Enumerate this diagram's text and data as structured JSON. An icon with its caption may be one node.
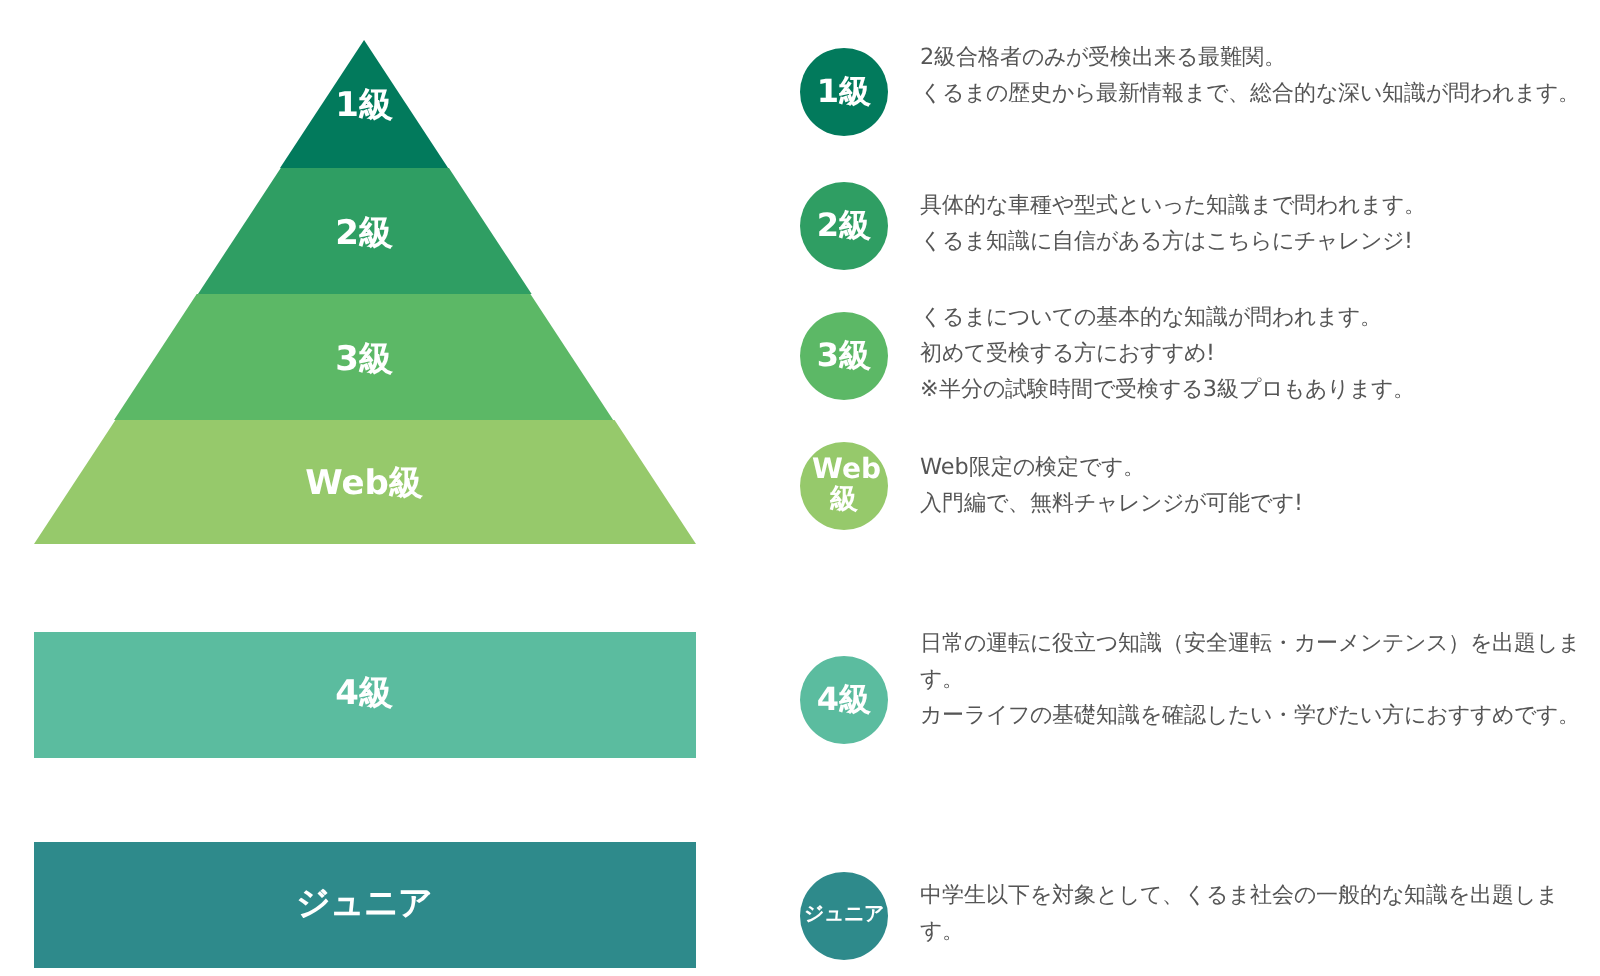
{
  "diagram": {
    "nodes": [
      {
        "text": [
          "1級"
        ]
      },
      {
        "text": [
          "1級"
        ],
        "beside": [
          "2級合格者のみが受検出来る最難関。",
          "くるまの歴史から最新情報まで、総合的な深い知識が問われます。"
        ]
      },
      {
        "text": [
          "2級"
        ]
      },
      {
        "text": [
          "2級"
        ],
        "beside": [
          "具体的な車種や型式といった知識まで問われます。",
          "くるま知識に自信がある方はこちらにチャレンジ!"
        ]
      },
      {
        "text": [
          "3級"
        ]
      },
      {
        "text": [
          "3級"
        ],
        "beside": [
          "くるまについての基本的な知識が問われます。",
          "初めて受検する方におすすめ!",
          "※半分の試験時間で受検する3級プロもあります。"
        ]
      },
      {
        "text": [
          "Web級"
        ]
      },
      {
        "text": [
          "Web 級"
        ],
        "beside": [
          "Web限定の検定です。",
          "入門編で、無料チャレンジが可能です!"
        ]
      },
      {
        "text": [
          "4級"
        ]
      },
      {
        "text": [
          "4級"
        ],
        "beside": [
          "日常の運転に役立つ知識（安全運転・カーメンテンス）を出題します。",
          "カーライフの基礎知識を確認したい・学びたい方におすすめです。"
        ]
      },
      {
        "text": [
          "ジュニア"
        ]
      },
      {
        "text": [
          "ジュニア"
        ],
        "beside": [
          "中学生以下を対象として、くるま社会の一般的な知識を出題します。"
        ]
      }
    ]
  }
}
